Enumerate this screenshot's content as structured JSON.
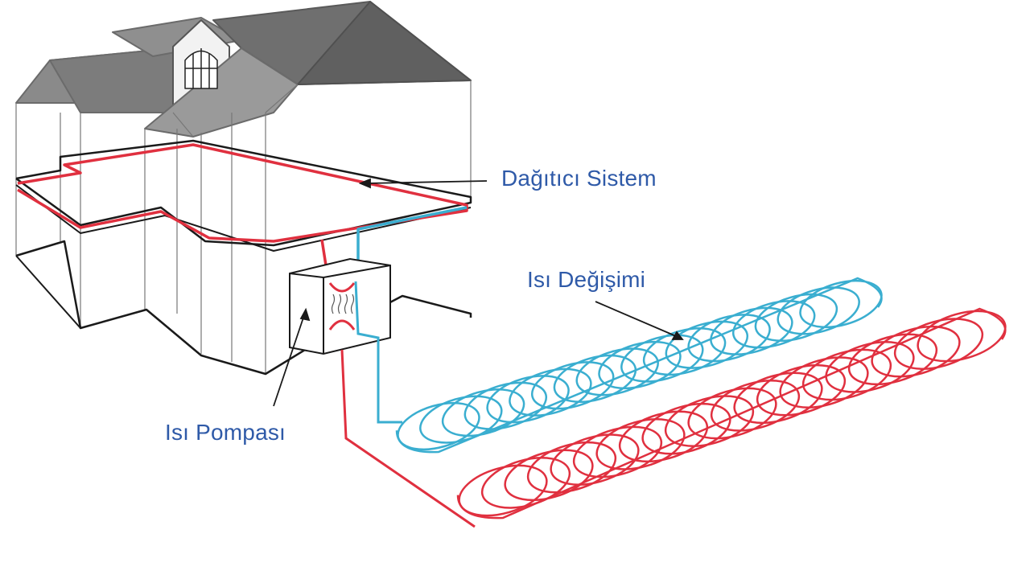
{
  "labels": {
    "distribution": "Dağıtıcı Sistem",
    "heat_exchange": "Isı Değişimi",
    "heat_pump": "Isı Pompası"
  },
  "colors": {
    "supply_pipe": "#e0303f",
    "return_pipe": "#3aaed0",
    "label_text": "#2f5aa8",
    "roof": "#8a8a8a",
    "roof_dark": "#6f6f6f",
    "outline": "#1a1a1a"
  }
}
